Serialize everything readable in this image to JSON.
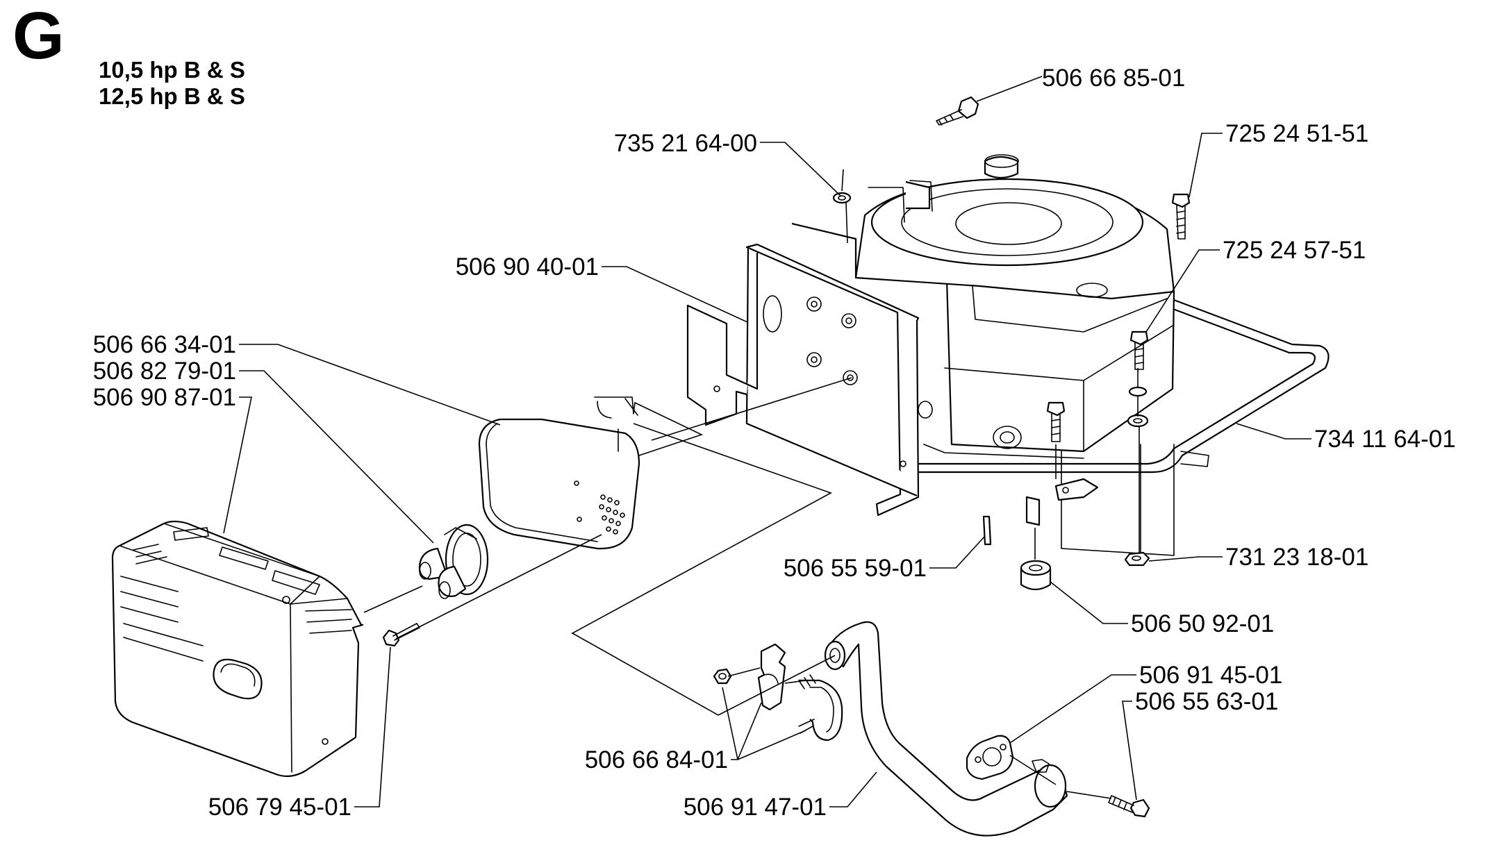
{
  "header": {
    "section_letter": "G",
    "engine_lines": [
      "10,5 hp B & S",
      "12,5 hp B & S"
    ]
  },
  "part_labels": [
    {
      "id": "bolt-top",
      "number": "506 66 85-01"
    },
    {
      "id": "washer-top",
      "number": "735 21 64-00"
    },
    {
      "id": "bolt-right-upper",
      "number": "725 24 51-51"
    },
    {
      "id": "bolt-right-lower",
      "number": "725 24 57-51"
    },
    {
      "id": "bracket-plate",
      "number": "506 90 40-01"
    },
    {
      "id": "muffler",
      "number": "506 66 34-01"
    },
    {
      "id": "muffler-adapter",
      "number": "506 82 79-01"
    },
    {
      "id": "muffler-guard",
      "number": "506 90 87-01"
    },
    {
      "id": "engine-frame",
      "number": "734 11 64-01"
    },
    {
      "id": "pin",
      "number": "506 55 59-01"
    },
    {
      "id": "nut-right",
      "number": "731 23 18-01"
    },
    {
      "id": "bushing",
      "number": "506 50 92-01"
    },
    {
      "id": "gasket",
      "number": "506 91 45-01"
    },
    {
      "id": "screw-flange",
      "number": "506 55 63-01"
    },
    {
      "id": "clamp",
      "number": "506 66 84-01"
    },
    {
      "id": "exhaust-pipe",
      "number": "506 91 47-01"
    },
    {
      "id": "screw-guard",
      "number": "506 79 45-01"
    }
  ]
}
